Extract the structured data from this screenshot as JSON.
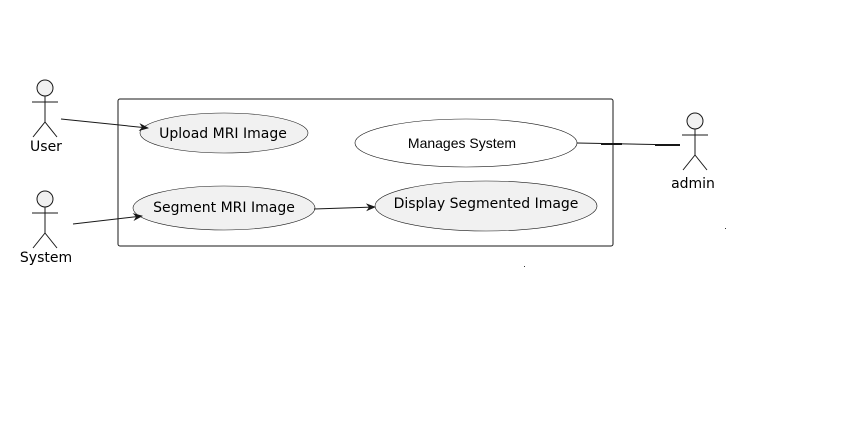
{
  "colors": {
    "actor_fill": "#f1f1f1",
    "usecase_fill": "#f1f1f1",
    "usecase_alt_fill": "#ffffff",
    "stroke": "#181818",
    "background": "#ffffff"
  },
  "actors": {
    "user": {
      "label": "User"
    },
    "system": {
      "label": "System"
    },
    "admin": {
      "label": "admin"
    }
  },
  "use_cases": {
    "upload": {
      "label": "Upload MRI Image"
    },
    "segment": {
      "label": "Segment MRI Image"
    },
    "manage": {
      "label": "Manages System"
    },
    "display": {
      "label": "Display Segmented Image"
    }
  },
  "relations": [
    {
      "from": "User",
      "to": "Upload MRI Image",
      "kind": "arrow"
    },
    {
      "from": "System",
      "to": "Segment MRI Image",
      "kind": "arrow"
    },
    {
      "from": "Segment MRI Image",
      "to": "Display Segmented Image",
      "kind": "arrow"
    },
    {
      "from": "admin",
      "to": "Manages System",
      "kind": "line"
    }
  ]
}
